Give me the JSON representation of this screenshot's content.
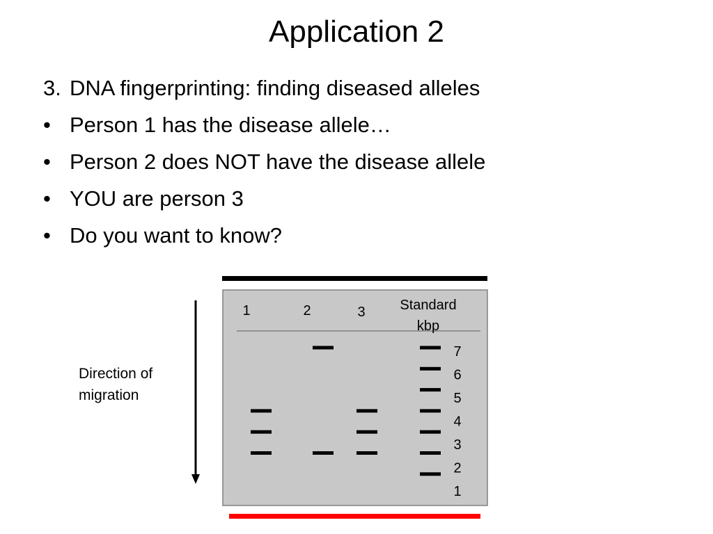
{
  "slide": {
    "title": "Application 2",
    "bullets": [
      {
        "marker": "3.",
        "text": "DNA fingerprinting: finding diseased alleles"
      },
      {
        "marker": "•",
        "text": "Person 1 has the disease allele…"
      },
      {
        "marker": "•",
        "text": "Person 2 does NOT have the disease allele"
      },
      {
        "marker": "•",
        "text": "YOU are person 3"
      },
      {
        "marker": "•",
        "text": "Do you want to know?"
      }
    ]
  },
  "gel": {
    "migration_label": [
      "Direction of",
      "migration"
    ],
    "lanes": [
      {
        "label": "1",
        "bands_kbp": [
          4,
          3,
          2
        ]
      },
      {
        "label": "2",
        "bands_kbp": [
          7,
          2
        ]
      },
      {
        "label": "3",
        "bands_kbp": [
          4,
          3,
          2
        ]
      }
    ],
    "standard": {
      "label_lines": [
        "Standard",
        "kbp"
      ],
      "bands_kbp": [
        7,
        6,
        5,
        4,
        3,
        2,
        1
      ],
      "scale_labels": [
        "7",
        "6",
        "5",
        "4",
        "3",
        "2",
        "1"
      ]
    },
    "colors": {
      "gel_fill": "#c8c8c8",
      "band": "#000000",
      "top_bar": "#000000",
      "bottom_bar": "#ff0000"
    }
  }
}
